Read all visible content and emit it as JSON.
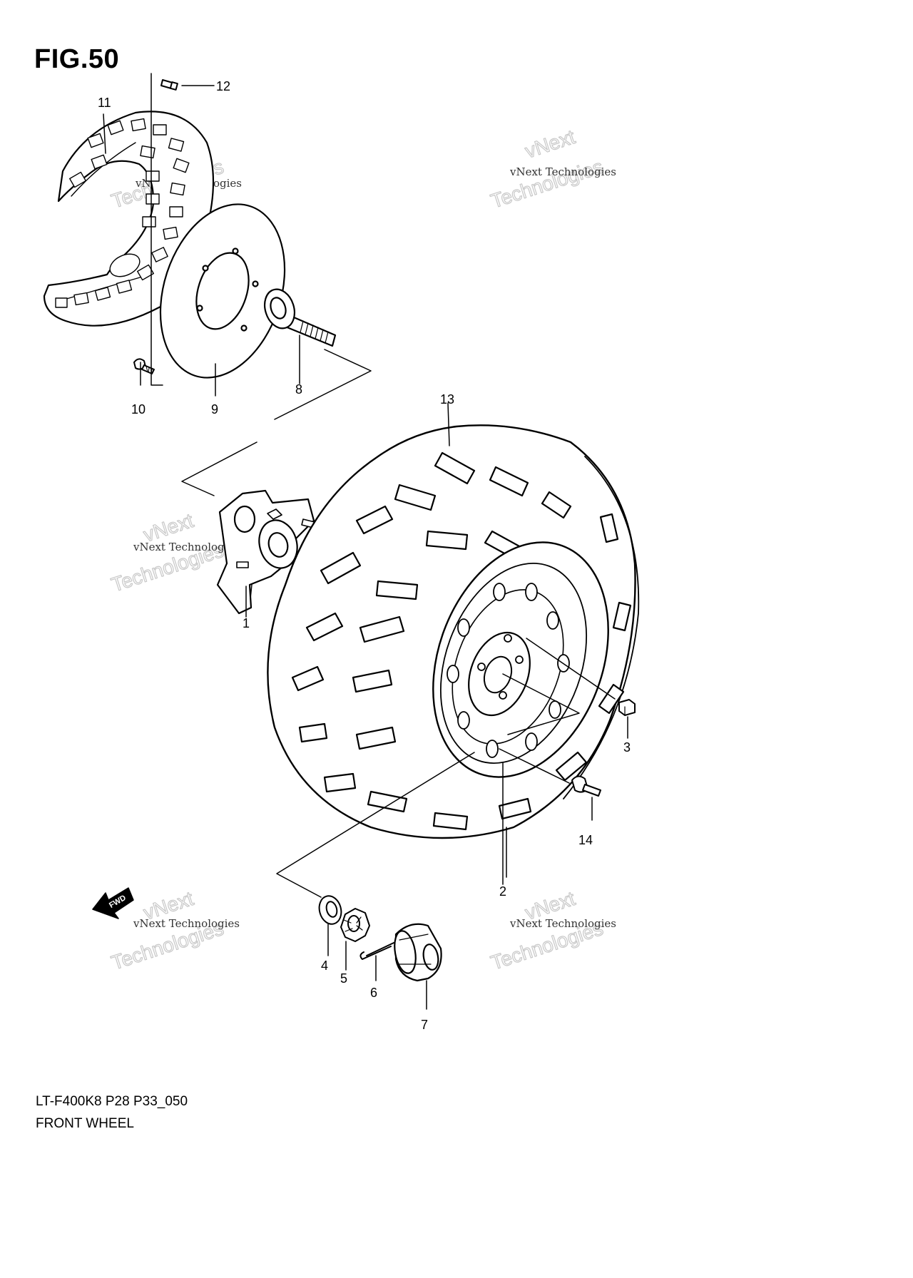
{
  "figure": {
    "title": "FIG.50"
  },
  "footer": {
    "model_code": "LT-F400K8 P28 P33_050",
    "caption": "FRONT WHEEL"
  },
  "callouts": [
    "1",
    "2",
    "3",
    "4",
    "5",
    "6",
    "7",
    "8",
    "9",
    "10",
    "11",
    "12",
    "13",
    "14"
  ],
  "watermark": {
    "line1": "vNext Technologies",
    "line2": "vNext",
    "line3": "Technologies"
  },
  "direction_arrow": {
    "label": "FWD"
  }
}
